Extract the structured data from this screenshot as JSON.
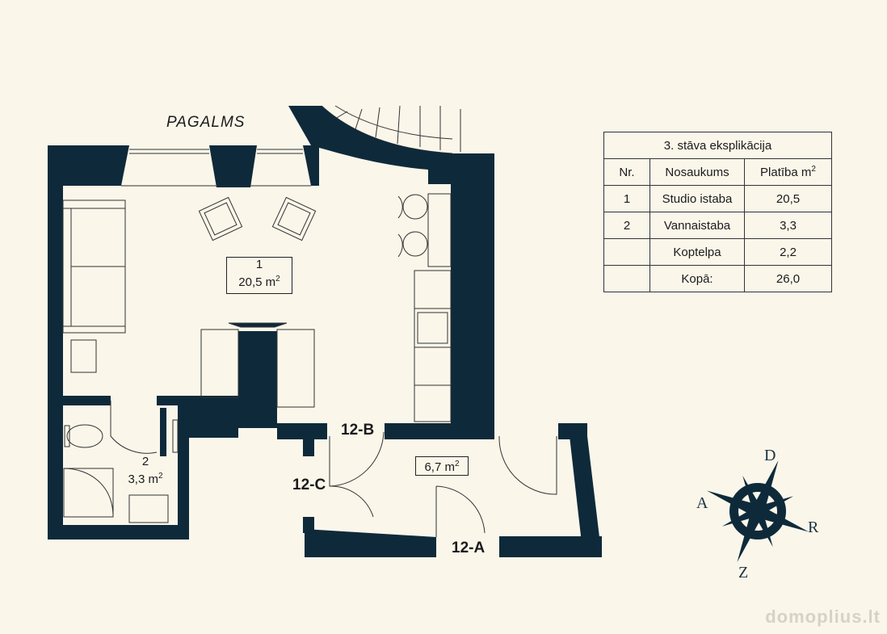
{
  "colors": {
    "wall": "#0e2a3a",
    "background": "#faf6ea",
    "line": "#333333"
  },
  "outside_label": "PAGALMS",
  "rooms": [
    {
      "number": "1",
      "area": "20,5 m",
      "unit_sup": "2"
    },
    {
      "number": "2",
      "area": "3,3 m",
      "unit_sup": "2"
    },
    {
      "number": "",
      "area": "6,7 m",
      "unit_sup": "2"
    }
  ],
  "doors": {
    "b": "12-B",
    "c": "12-C",
    "a": "12-A"
  },
  "table": {
    "title": "3. stāva eksplikācija",
    "headers": {
      "nr": "Nr.",
      "name": "Nosaukums",
      "area": "Platība m",
      "area_sup": "2"
    },
    "rows": [
      {
        "nr": "1",
        "name": "Studio istaba",
        "area": "20,5"
      },
      {
        "nr": "2",
        "name": "Vannaistaba",
        "area": "3,3"
      },
      {
        "nr": "",
        "name": "Koptelpa",
        "area": "2,2"
      },
      {
        "nr": "",
        "name": "Kopā:",
        "area": "26,0"
      }
    ]
  },
  "compass": {
    "north": "D",
    "west": "A",
    "east": "R",
    "south": "Z",
    "icon": "compass-rose-icon"
  },
  "watermark": "domoplius.lt"
}
